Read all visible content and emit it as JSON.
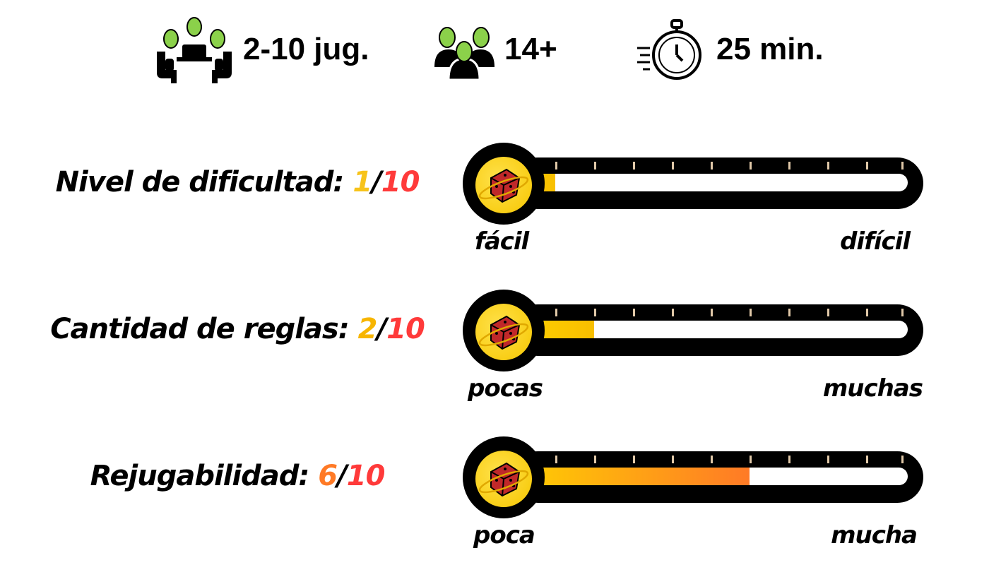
{
  "header": {
    "players": {
      "icon": "alien-players-table-icon",
      "text": "2-10 jug."
    },
    "age": {
      "icon": "alien-group-icon",
      "text": "14+"
    },
    "time": {
      "icon": "stopwatch-icon",
      "text": "25 min."
    }
  },
  "ratings": [
    {
      "label": "Nivel de dificultad: ",
      "value": "1",
      "sep": "/",
      "max": "10",
      "level": 1,
      "value_color": "#f7c31a",
      "min_label": "fácil",
      "max_label": "difícil"
    },
    {
      "label": "Cantidad de reglas: ",
      "value": "2",
      "sep": "/",
      "max": "10",
      "level": 2,
      "value_color": "#f7b500",
      "min_label": "pocas",
      "max_label": "muchas"
    },
    {
      "label": "Rejugabilidad: ",
      "value": "6",
      "sep": "/",
      "max": "10",
      "level": 6,
      "value_color": "#ff7a26",
      "min_label": "poca",
      "max_label": "mucha"
    }
  ],
  "colors": {
    "max": "#ff3a3a",
    "fill_start": "#ffd200",
    "fill_end": "#ff7a26"
  }
}
